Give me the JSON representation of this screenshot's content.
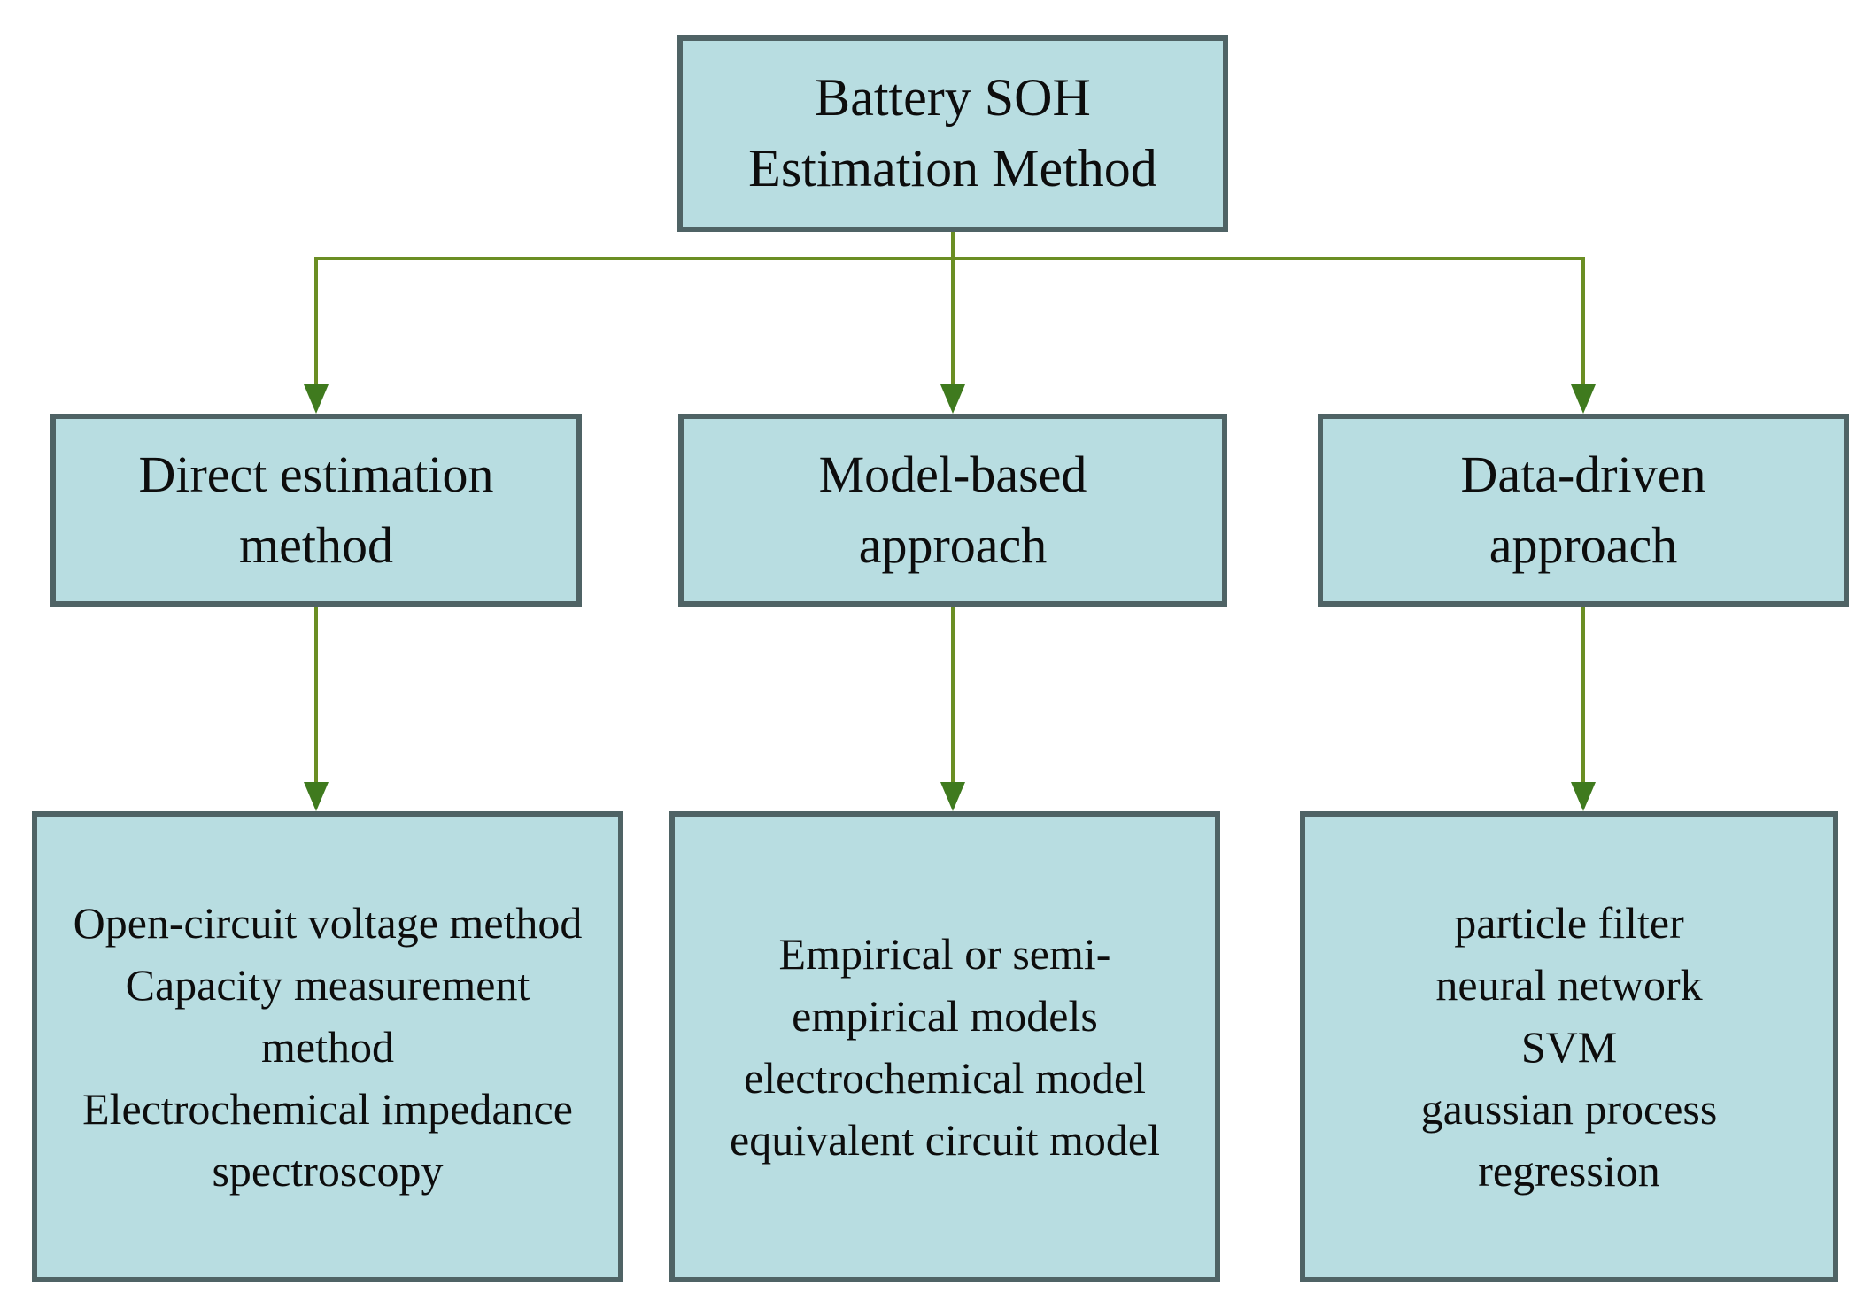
{
  "diagram": {
    "title": "Battery SOH Estimation Method taxonomy",
    "colors": {
      "background": "#ffffff",
      "box_fill": "#b8dde1",
      "box_border": "#4f6365",
      "line_color": "#6b8e23",
      "arrow_color": "#3f7a1e",
      "text_color": "#0d0d0d"
    },
    "root": {
      "label": "Battery SOH\nEstimation Method"
    },
    "branches": [
      {
        "label": "Direct estimation\nmethod",
        "leaf_items": [
          "Open-circuit voltage method",
          "Capacity measurement\nmethod",
          "Electrochemical impedance\nspectroscopy"
        ]
      },
      {
        "label": "Model-based\napproach",
        "leaf_items": [
          "Empirical or semi-\nempirical models",
          "electrochemical model",
          "equivalent circuit model"
        ]
      },
      {
        "label": "Data-driven\napproach",
        "leaf_items": [
          "particle filter",
          "neural network",
          "SVM",
          "gaussian process\nregression"
        ]
      }
    ]
  }
}
